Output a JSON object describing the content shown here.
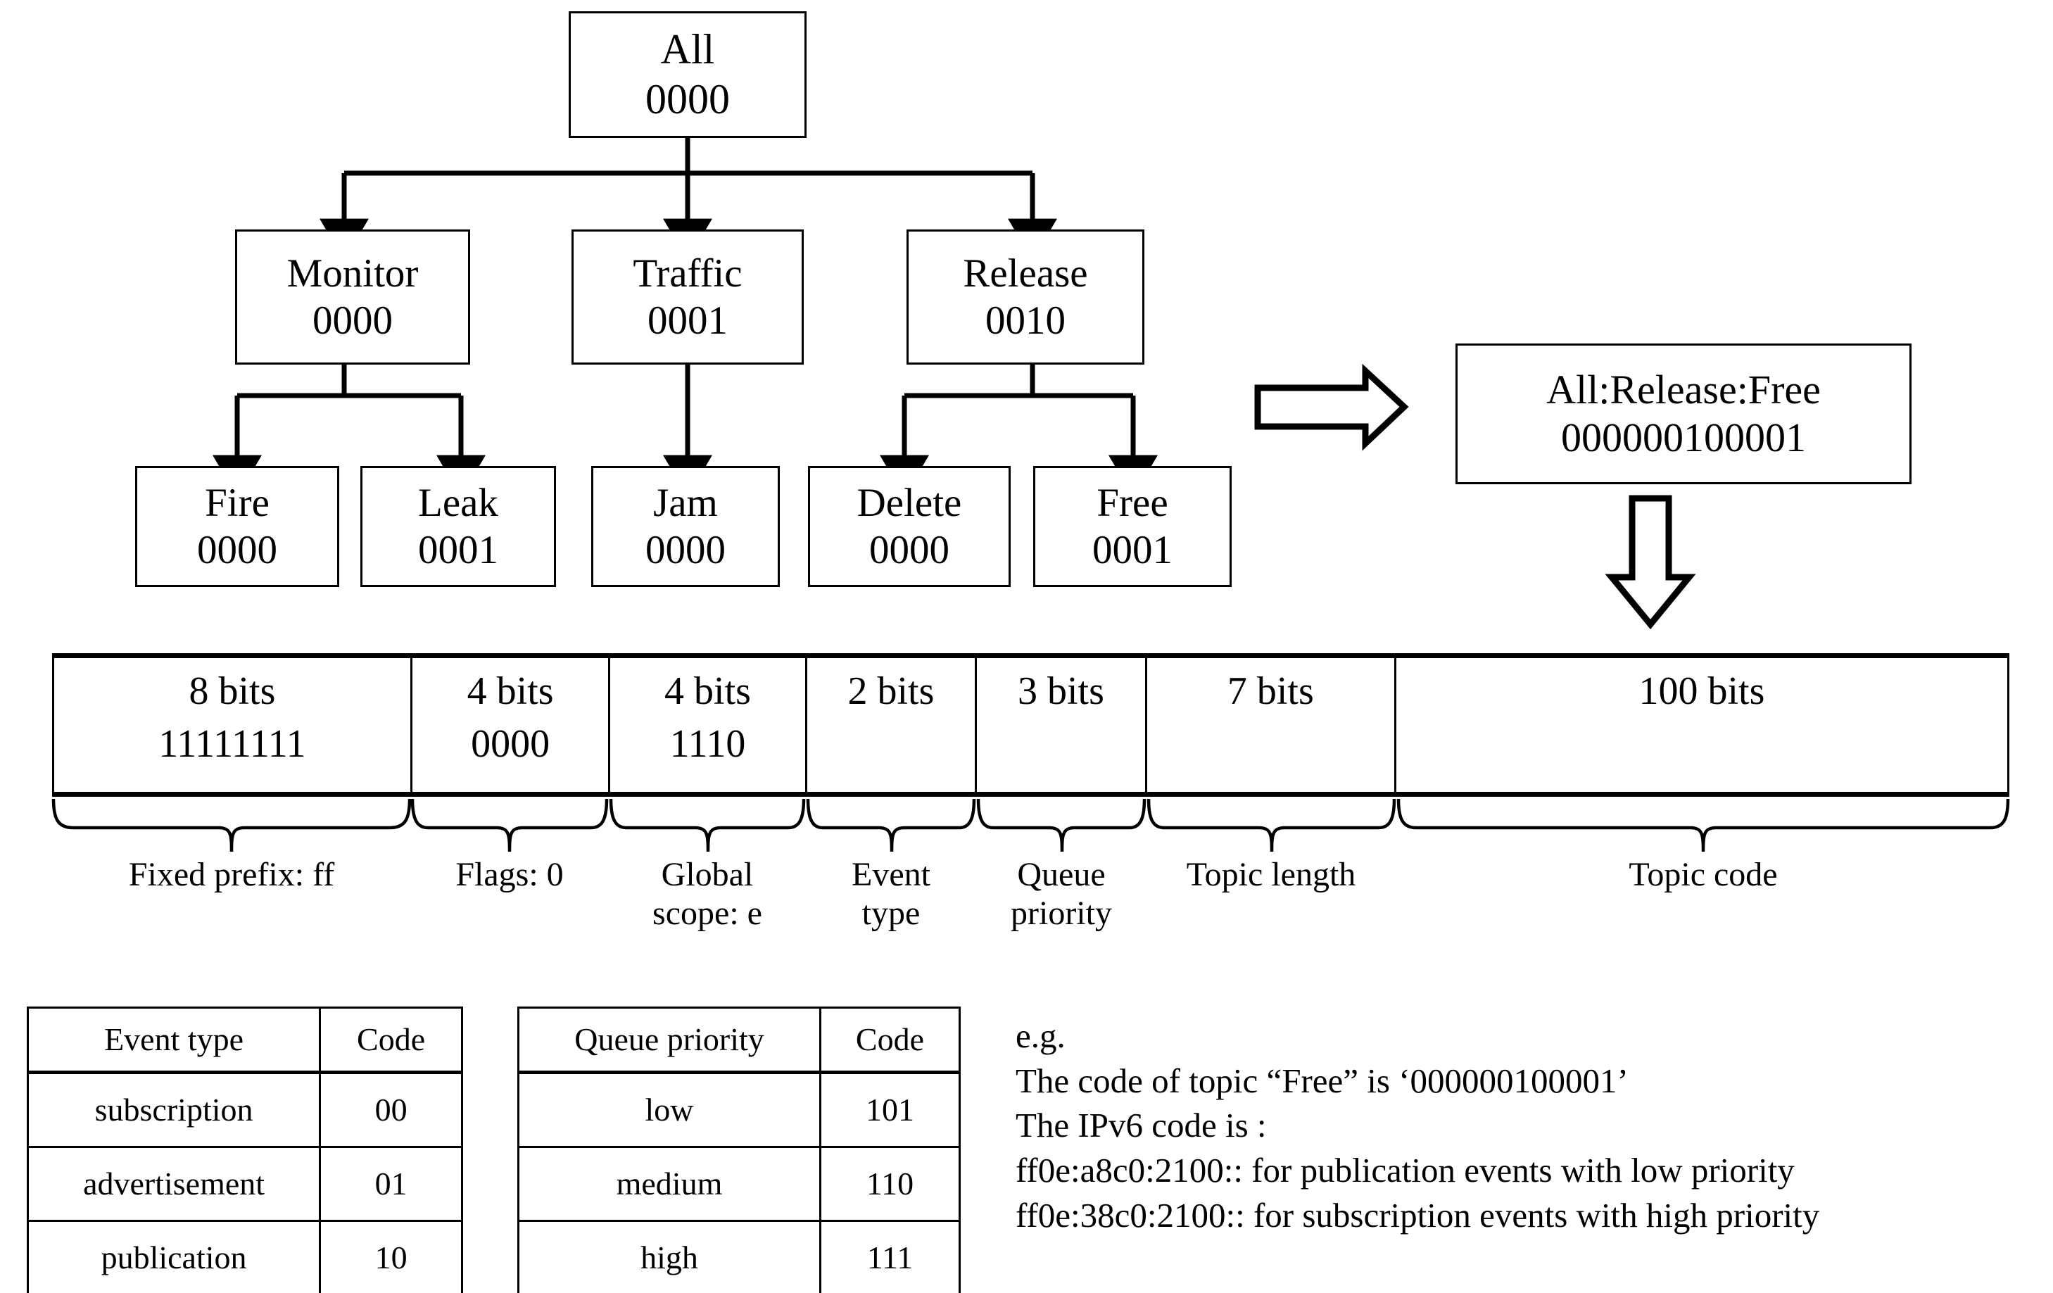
{
  "tree": {
    "root": {
      "label": "All",
      "code": "0000"
    },
    "level2": [
      {
        "label": "Monitor",
        "code": "0000"
      },
      {
        "label": "Traffic",
        "code": "0001"
      },
      {
        "label": "Release",
        "code": "0010"
      }
    ],
    "leaves": [
      {
        "label": "Fire",
        "code": "0000"
      },
      {
        "label": "Leak",
        "code": "0001"
      },
      {
        "label": "Jam",
        "code": "0000"
      },
      {
        "label": "Delete",
        "code": "0000"
      },
      {
        "label": "Free",
        "code": "0001"
      }
    ]
  },
  "result_box": {
    "path": "All:Release:Free",
    "code": "000000100001"
  },
  "bitfield": {
    "segments": [
      {
        "bits": "8 bits",
        "value": "11111111",
        "label": "Fixed prefix: ff"
      },
      {
        "bits": "4 bits",
        "value": "0000",
        "label": "Flags: 0"
      },
      {
        "bits": "4 bits",
        "value": "1110",
        "label": "Global\nscope: e"
      },
      {
        "bits": "2 bits",
        "value": "",
        "label": "Event\ntype"
      },
      {
        "bits": "3 bits",
        "value": "",
        "label": "Queue\npriority"
      },
      {
        "bits": "7 bits",
        "value": "",
        "label": "Topic length"
      },
      {
        "bits": "100 bits",
        "value": "",
        "label": "Topic code"
      }
    ]
  },
  "event_type_table": {
    "headers": [
      "Event type",
      "Code"
    ],
    "rows": [
      [
        "subscription",
        "00"
      ],
      [
        "advertisement",
        "01"
      ],
      [
        "publication",
        "10"
      ]
    ]
  },
  "queue_priority_table": {
    "headers": [
      "Queue priority",
      "Code"
    ],
    "rows": [
      [
        "low",
        "101"
      ],
      [
        "medium",
        "110"
      ],
      [
        "high",
        "111"
      ]
    ]
  },
  "example": {
    "lines": [
      "e.g.",
      "The code of topic “Free” is ‘000000100001’",
      "The IPv6 code is :",
      "ff0e:a8c0:2100:: for publication events with low priority",
      "ff0e:38c0:2100:: for subscription events with high priority"
    ]
  },
  "colors": {
    "stroke": "#000000",
    "background": "#ffffff"
  }
}
